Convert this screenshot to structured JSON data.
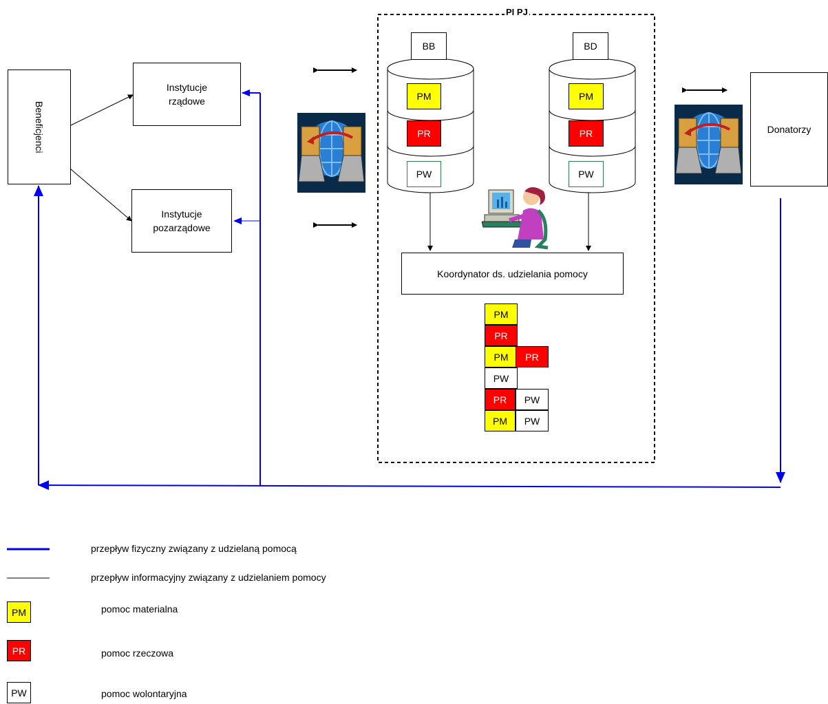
{
  "group_title": "PI PJ",
  "nodes": {
    "beneficjenci": "Beneficjenci",
    "instytucje_rzadowe": [
      "Instytucje",
      "rządowe"
    ],
    "instytucje_pozarzadowe": [
      "Instytucje",
      "pozarządowe"
    ],
    "donatorzy": "Donatorzy",
    "koordynator": "Koordynator ds. udzielania pomocy",
    "db_left_label": "BB",
    "db_right_label": "BD"
  },
  "tags": {
    "pm": "PM",
    "pr": "PR",
    "pw": "PW"
  },
  "legend": [
    {
      "kind": "blue-line",
      "text": "przepływ fizyczny związany z udzielaną pomocą"
    },
    {
      "kind": "black-line",
      "text": "przepływ informacyjny związany z udzielaniem pomocy"
    },
    {
      "kind": "PM",
      "text": "pomoc materialna"
    },
    {
      "kind": "PR",
      "text": "pomoc rzeczowa"
    },
    {
      "kind": "PW",
      "text": "pomoc wolontaryjna"
    }
  ],
  "colors": {
    "physical_flow": "#0000ee",
    "info_flow": "#000000",
    "pm": "#ffff00",
    "pr": "#ff0000",
    "pw": "#ffffff"
  },
  "icons": [
    "network-computers-icon",
    "person-at-computer-icon"
  ]
}
